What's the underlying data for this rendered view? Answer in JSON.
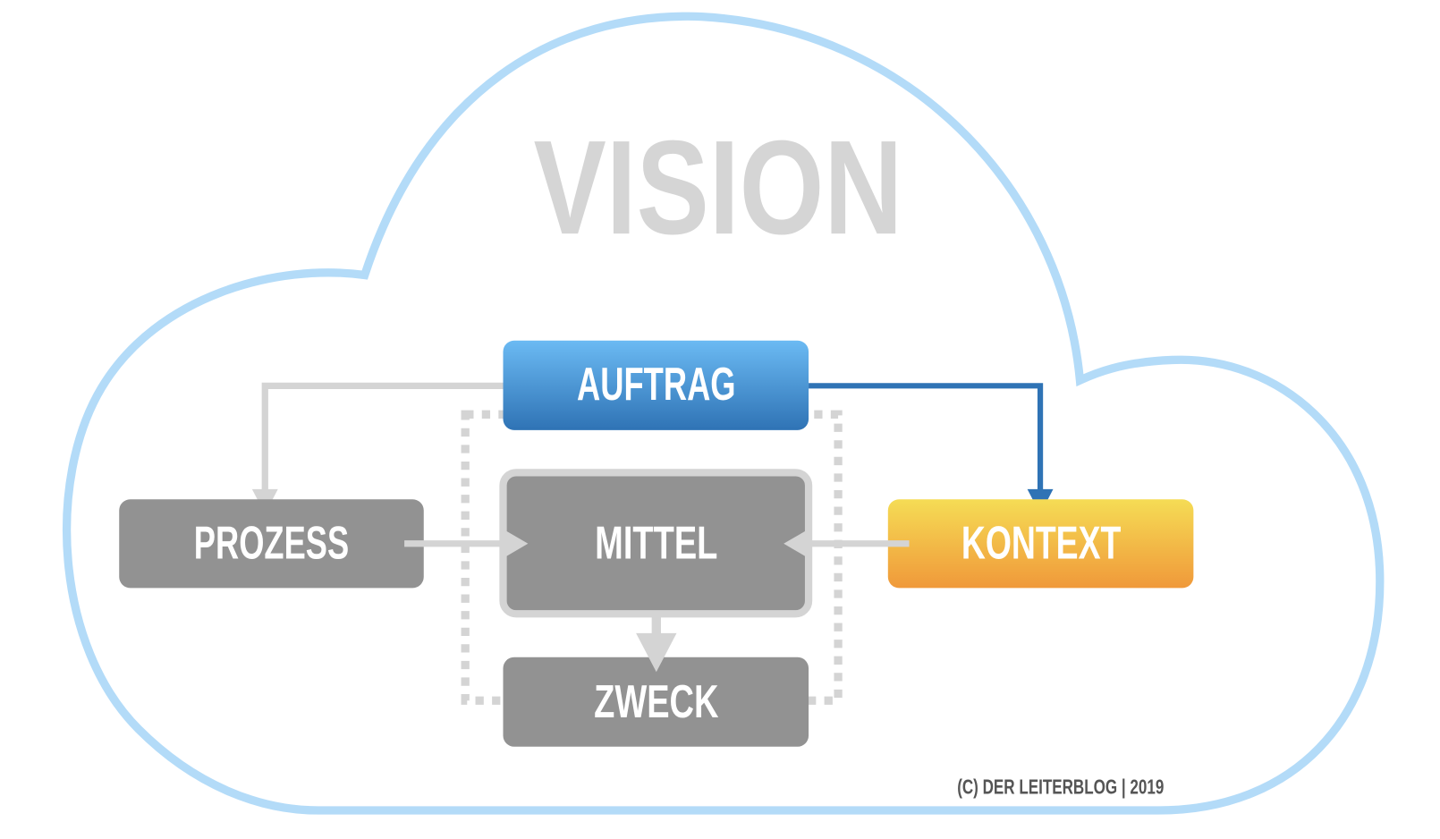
{
  "title": "VISION",
  "boxes": {
    "auftrag": "AUFTRAG",
    "prozess": "PROZESS",
    "mittel": "MITTEL",
    "zweck": "ZWECK",
    "kontext": "KONTEXT"
  },
  "copyright": "(C) DER LEITERBLOG | 2019",
  "colors": {
    "cloud": "#b3dbf8",
    "blue_top": "#6bbaf3",
    "blue_bottom": "#2f73b5",
    "yellow_top": "#f5dc55",
    "orange_bottom": "#f0993a",
    "gray_box": "#929292",
    "light_gray": "#d4d4d4"
  }
}
